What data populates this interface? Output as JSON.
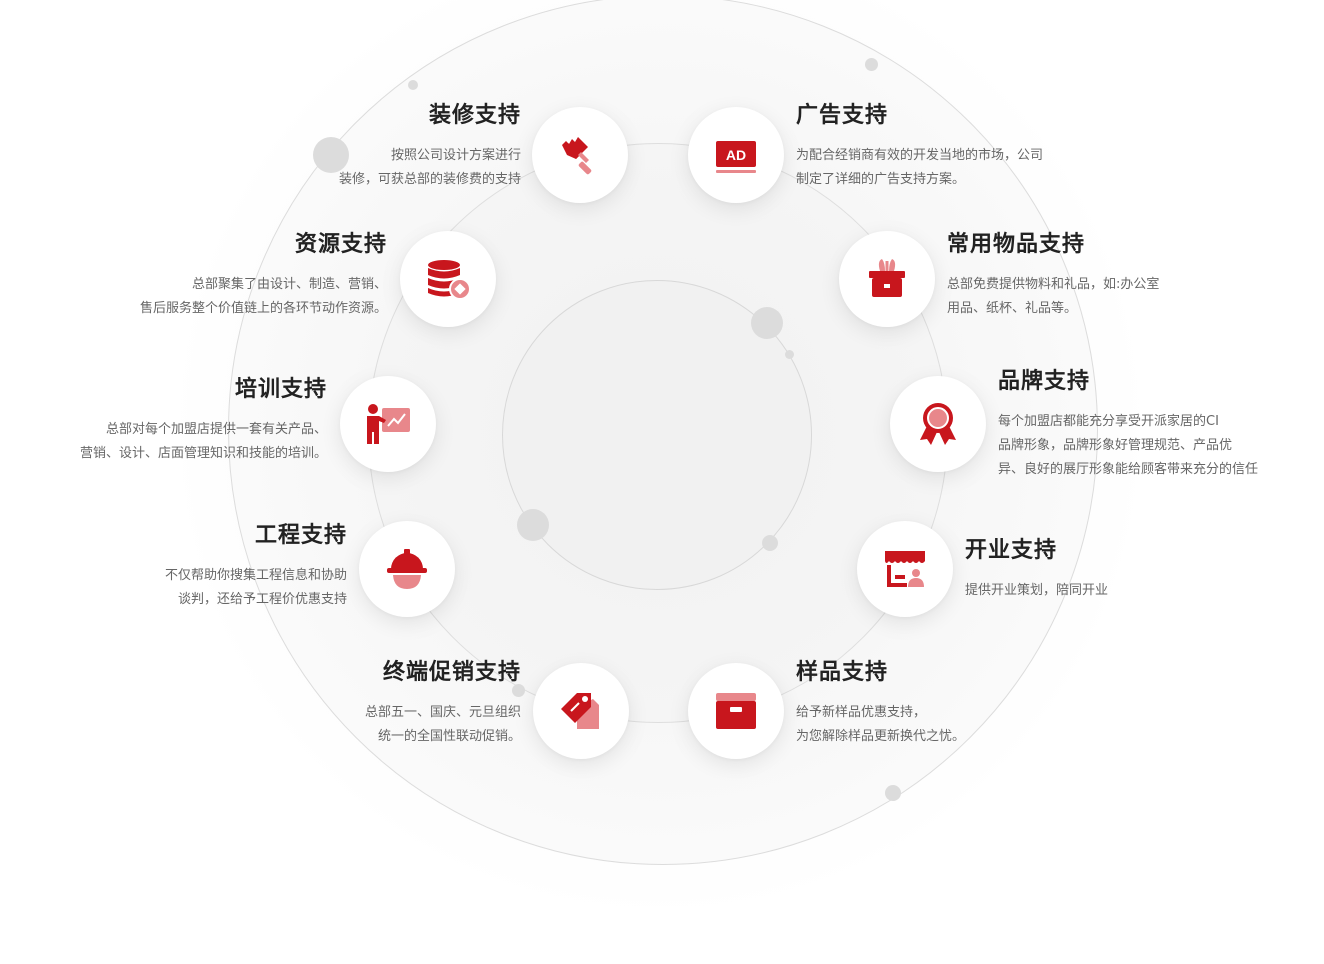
{
  "colors": {
    "accent": "#c8161d",
    "accent_light": "#e8878b",
    "title": "#222222",
    "text": "#666666"
  },
  "items": [
    {
      "title": "装修支持",
      "lines": [
        "按照公司设计方案进行",
        "装修，可获总部的装修费的支持"
      ],
      "icon": "paint-brush-icon"
    },
    {
      "title": "广告支持",
      "lines": [
        "为配合经销商有效的开发当地的市场，公司",
        "制定了详细的广告支持方案。"
      ],
      "icon": "ad-icon",
      "icon_text": "AD"
    },
    {
      "title": "资源支持",
      "lines": [
        "总部聚集了由设计、制造、营销、",
        "售后服务整个价值链上的各环节动作资源。"
      ],
      "icon": "database-icon"
    },
    {
      "title": "常用物品支持",
      "lines": [
        "总部免费提供物料和礼品，如:办公室",
        "用品、纸杯、礼品等。"
      ],
      "icon": "gift-box-icon"
    },
    {
      "title": "培训支持",
      "lines": [
        "总部对每个加盟店提供一套有关产品、",
        "营销、设计、店面管理知识和技能的培训。"
      ],
      "icon": "presentation-icon"
    },
    {
      "title": "品牌支持",
      "lines": [
        "每个加盟店都能充分享受开派家居的CI",
        "品牌形象，品牌形象好管理规范、产品优",
        "异、良好的展厅形象能给顾客带来充分的信任"
      ],
      "icon": "award-badge-icon"
    },
    {
      "title": "工程支持",
      "lines": [
        "不仅帮助你搜集工程信息和协助",
        "谈判，还给予工程价优惠支持"
      ],
      "icon": "hard-hat-icon"
    },
    {
      "title": "开业支持",
      "lines": [
        "提供开业策划，陪同开业"
      ],
      "icon": "storefront-icon"
    },
    {
      "title": "终端促销支持",
      "lines": [
        "总部五一、国庆、元旦组织",
        "统一的全国性联动促销。"
      ],
      "icon": "price-tag-icon"
    },
    {
      "title": "样品支持",
      "lines": [
        "给予新样品优惠支持，",
        "为您解除样品更新换代之忧。"
      ],
      "icon": "sample-box-icon"
    }
  ]
}
